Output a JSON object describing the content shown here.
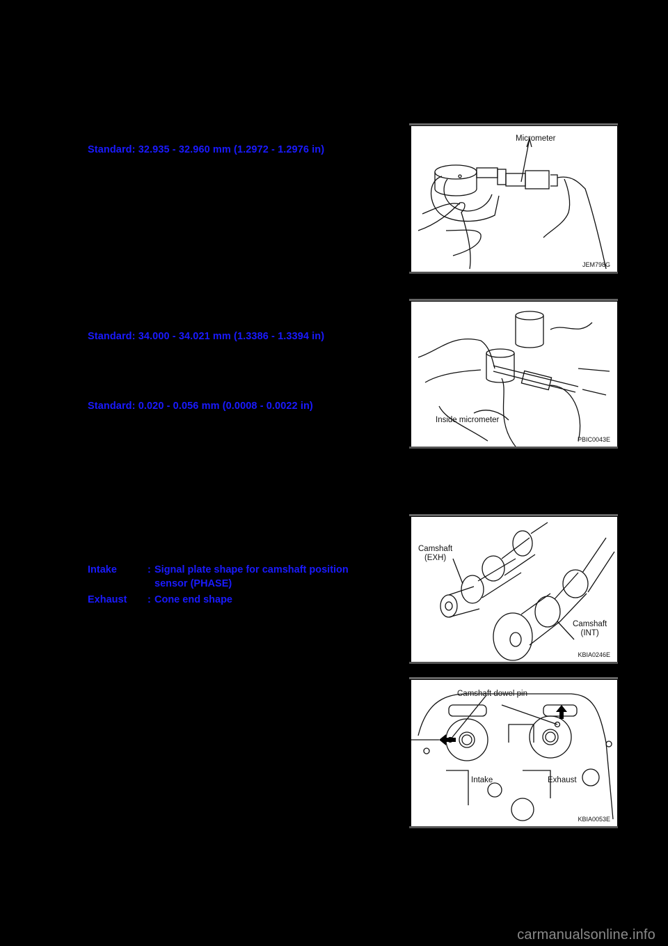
{
  "specs": {
    "cam_journal_outer": "Standard: 32.935 - 32.960 mm (1.2972 - 1.2976 in)",
    "cam_bracket_inner": "Standard: 34.000 - 34.021 mm (1.3386 - 1.3394 in)",
    "journal_clearance": "Standard: 0.020 - 0.056 mm (0.0008 - 0.0022 in)"
  },
  "identification": [
    {
      "key": "Intake",
      "colon": ":",
      "value": "Signal plate shape for camshaft position sensor (PHASE)"
    },
    {
      "key": "Exhaust",
      "colon": ":",
      "value": "Cone end shape"
    }
  ],
  "figures": [
    {
      "id": "JEM798G",
      "labels": [
        "Micrometer"
      ]
    },
    {
      "id": "PBIC0043E",
      "labels": [
        "Inside micrometer"
      ]
    },
    {
      "id": "KBIA0246E",
      "labels": [
        "Camshaft (EXH)",
        "Camshaft (INT)"
      ],
      "label_lines": {
        "exh_1": "Camshaft",
        "exh_2": "(EXH)",
        "int_1": "Camshaft",
        "int_2": "(INT)"
      }
    },
    {
      "id": "KBIA0053E",
      "labels": [
        "Camshaft dowel pin",
        "Intake",
        "Exhaust"
      ]
    }
  ],
  "watermark": "carmanualsonline.info",
  "colors": {
    "text": "#1a1aff",
    "background": "#000000",
    "figure_bg": "#ffffff"
  }
}
